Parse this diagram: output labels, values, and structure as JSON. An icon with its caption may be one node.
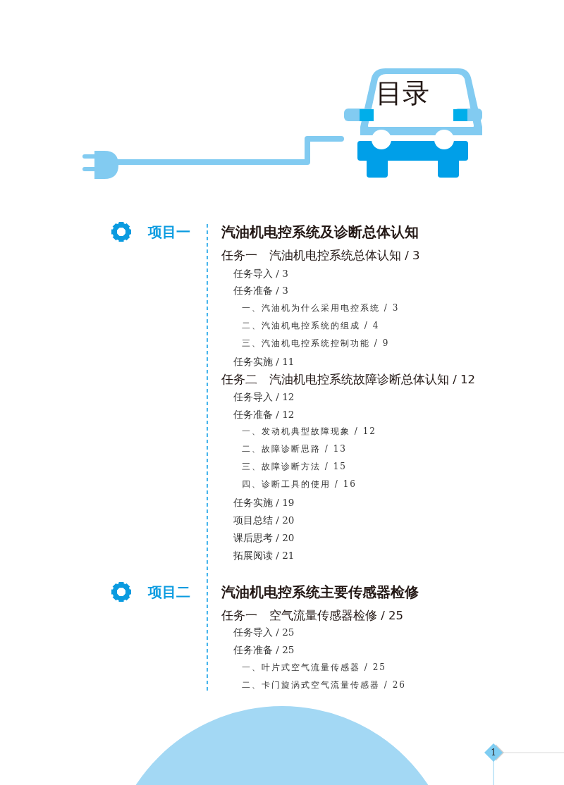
{
  "diagram": {
    "title": "目录",
    "nodes": [
      {
        "text": [
          "1"
        ]
      }
    ],
    "labels": [
      "项目一",
      "汽油机电控系统及诊断总体认知",
      "任务一　汽油机电控系统总体认知 / 3",
      "任务导入 / 3",
      "任务准备 / 3",
      "一、汽油机为什么采用电控系统 / 3",
      "二、汽油机电控系统的组成 / 4",
      "三、汽油机电控系统控制功能 / 9",
      "任务实施 / 11",
      "任务二　汽油机电控系统故障诊断总体认知 / 12",
      "任务导入 / 12",
      "任务准备 / 12",
      "一、发动机典型故障现象 / 12",
      "二、故障诊断思路 / 13",
      "三、故障诊断方法 / 15",
      "四、诊断工具的使用 / 16",
      "任务实施 / 19",
      "项目总结 / 20",
      "课后思考 / 20",
      "拓展阅读 / 21",
      "项目二",
      "汽油机电控系统主要传感器检修",
      "任务一　空气流量传感器检修 / 25",
      "任务导入 / 25",
      "任务准备 / 25",
      "一、叶片式空气流量传感器 / 25",
      "二、卡门旋涡式空气流量传感器 / 26"
    ]
  }
}
